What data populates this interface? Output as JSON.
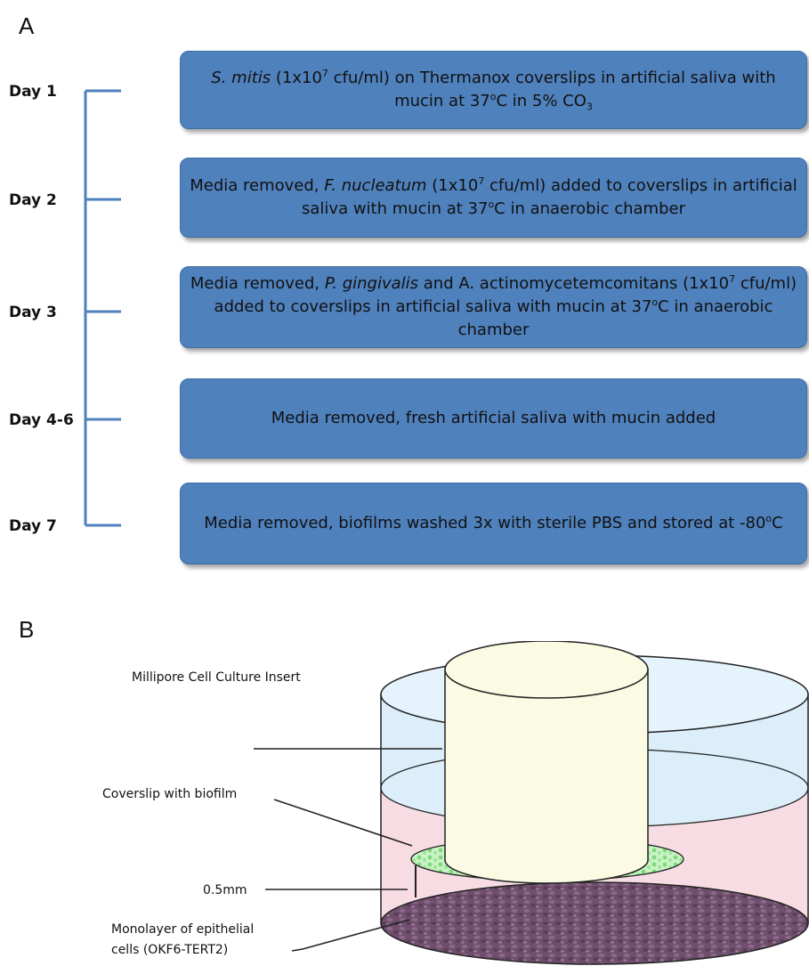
{
  "panel_a": {
    "letter": "A",
    "steps": [
      {
        "day": "Day 1",
        "text_parts": [
          {
            "t": "S. mitis",
            "i": true
          },
          {
            "t": " (1x10"
          },
          {
            "t": "7",
            "sup": true
          },
          {
            "t": " cfu/ml) on Thermanox coverslips in artificial saliva with mucin at 37"
          },
          {
            "t": "o",
            "sup": true
          },
          {
            "t": "C in 5% CO"
          },
          {
            "t": "3",
            "sub": true
          }
        ]
      },
      {
        "day": "Day 2",
        "text_parts": [
          {
            "t": "Media removed, "
          },
          {
            "t": "F. nucleatum",
            "i": true
          },
          {
            "t": " (1x10"
          },
          {
            "t": "7",
            "sup": true
          },
          {
            "t": " cfu/ml) added to coverslips in artificial saliva with mucin at 37"
          },
          {
            "t": "o",
            "sup": true
          },
          {
            "t": "C in anaerobic chamber"
          }
        ]
      },
      {
        "day": "Day 3",
        "text_parts": [
          {
            "t": "Media removed, "
          },
          {
            "t": "P. gingivalis",
            "i": true
          },
          {
            "t": " and A. actinomycetemcomitans (1x10"
          },
          {
            "t": "7",
            "sup": true
          },
          {
            "t": " cfu/ml) added to coverslips in artificial saliva with mucin at 37"
          },
          {
            "t": "o",
            "sup": true
          },
          {
            "t": "C in anaerobic chamber"
          }
        ]
      },
      {
        "day": "Day 4-6",
        "text_parts": [
          {
            "t": "Media removed, fresh artificial saliva with mucin added"
          }
        ]
      },
      {
        "day": "Day 7",
        "text_parts": [
          {
            "t": "Media removed, biofilms washed 3x with sterile PBS and stored at -80"
          },
          {
            "t": "o",
            "sup": true
          },
          {
            "t": "C"
          }
        ]
      }
    ]
  },
  "panel_b": {
    "letter": "B",
    "labels": {
      "insert": "Millipore Cell Culture Insert",
      "coverslip": "Coverslip with biofilm",
      "gap": "0.5mm",
      "monolayer_line1": "Monolayer of epithelial",
      "monolayer_line2": "cells (OKF6-TERT2)"
    }
  },
  "colors": {
    "box_fill": "#4f81bd",
    "bracket": "#4f81bd",
    "outer_top": "#dbeefa",
    "medium": "#f7dde3",
    "insert": "#fbfbe4",
    "biofilm": "#8fe08f",
    "monolayer": "#6f4f6d"
  }
}
